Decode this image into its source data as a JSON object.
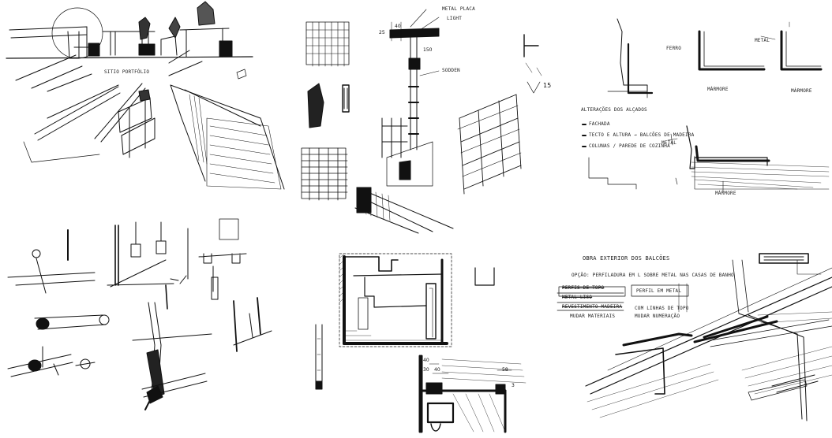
{
  "sketch1": {
    "note": "SITIO PORTFÓLIO"
  },
  "sketch2": {
    "labels": [
      "METAL PLACA",
      "LIGHT",
      "SODDEN"
    ],
    "dims": [
      "25",
      "40",
      "150"
    ],
    "side_dim": "15"
  },
  "sketch3": {
    "labels": [
      "FERRO",
      "METAL",
      "MÁRMORE",
      "MÁRMORE",
      "MÁRMORE"
    ],
    "list_title": "ALTERAÇÕES DOS ALÇADOS",
    "list_items": [
      "FACHADA",
      "TECTO E ALTURA → BALCÕES DE MADEIRA",
      "COLUNAS / PAREDE DE COZINHA"
    ],
    "side_note": "METAL"
  },
  "sketch6": {
    "dims": [
      "40",
      "30",
      "40",
      "58"
    ],
    "side_dim": "3"
  },
  "sketch7": {
    "title": "OBRA EXTERIOR DOS BALCÕES",
    "note": "OPÇÃO: PERFILADURA EM L SOBRE METAL NAS CASAS DE BANHO",
    "struck": [
      "PERFIS DE TOPO",
      "METAL LISO",
      "REVESTIMENTO MADEIRA"
    ],
    "box_text": "PERFIL EM METAL",
    "left_caption": "MUDAR MATERIAIS",
    "right_caption": "COM LINHAS DE TOPO",
    "right_caption2": "MUDAR NUMERAÇÃO"
  }
}
